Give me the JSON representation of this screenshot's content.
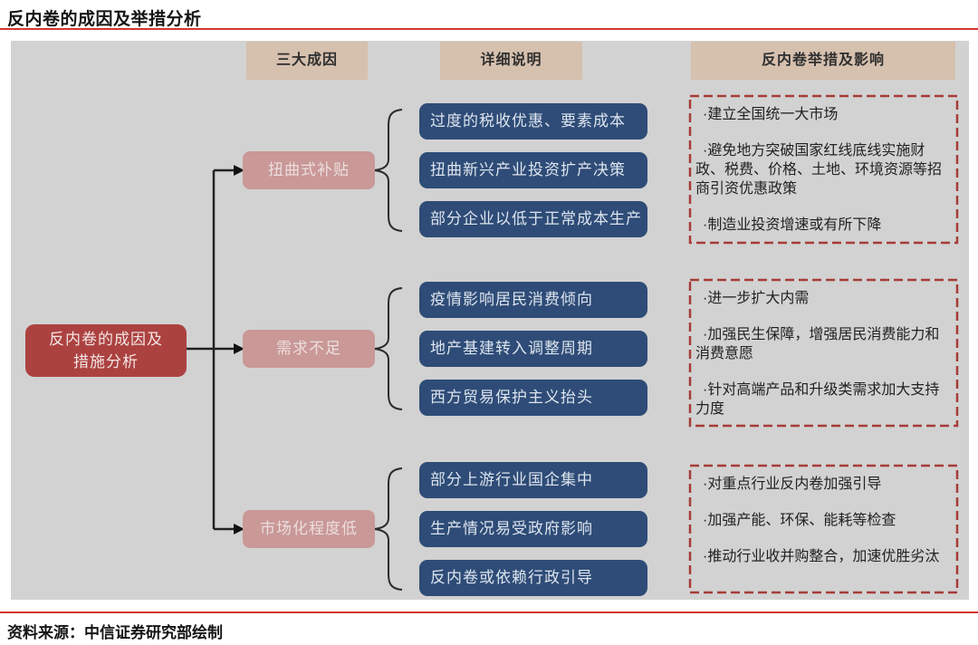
{
  "title": "反内卷的成因及举措分析",
  "footer": {
    "source": "资料来源：中信证券研究部绘制"
  },
  "columns": {
    "causes_header": "三大成因",
    "details_header": "详细说明",
    "measures_header": "反内卷举措及影响"
  },
  "root": {
    "line1": "反内卷的成因及",
    "line2": "措施分析"
  },
  "groups": [
    {
      "cause": "扭曲式补贴",
      "details": [
        "过度的税收优惠、要素成本",
        "扭曲新兴产业投资扩产决策",
        "部分企业以低于正常成本生产"
      ],
      "measures": [
        "·建立全国统一大市场",
        "·避免地方突破国家红线底线实施财政、税费、价格、土地、环境资源等招商引资优惠政策",
        "·制造业投资增速或有所下降"
      ]
    },
    {
      "cause": "需求不足",
      "details": [
        "疫情影响居民消费倾向",
        "地产基建转入调整周期",
        "西方贸易保护主义抬头"
      ],
      "measures": [
        "·进一步扩大内需",
        "·加强民生保障，增强居民消费能力和消费意愿",
        "·针对高端产品和升级类需求加大支持力度"
      ]
    },
    {
      "cause": "市场化程度低",
      "details": [
        "部分上游行业国企集中",
        "生产情况易受政府影响",
        "反内卷或依赖行政引导"
      ],
      "measures": [
        "·对重点行业反内卷加强引导",
        "·加强产能、环保、能耗等检查",
        "·推动行业收并购整合，加速优胜劣汰"
      ]
    }
  ],
  "colors": {
    "accent_red_rule": "#d23732",
    "root_box": "#ac4240",
    "cause_box": "#c99897",
    "detail_box": "#2e4c77",
    "header_box": "#d6c0ae",
    "panel_bg": "#d2d2d2",
    "dashed_border": "#a63c38"
  }
}
